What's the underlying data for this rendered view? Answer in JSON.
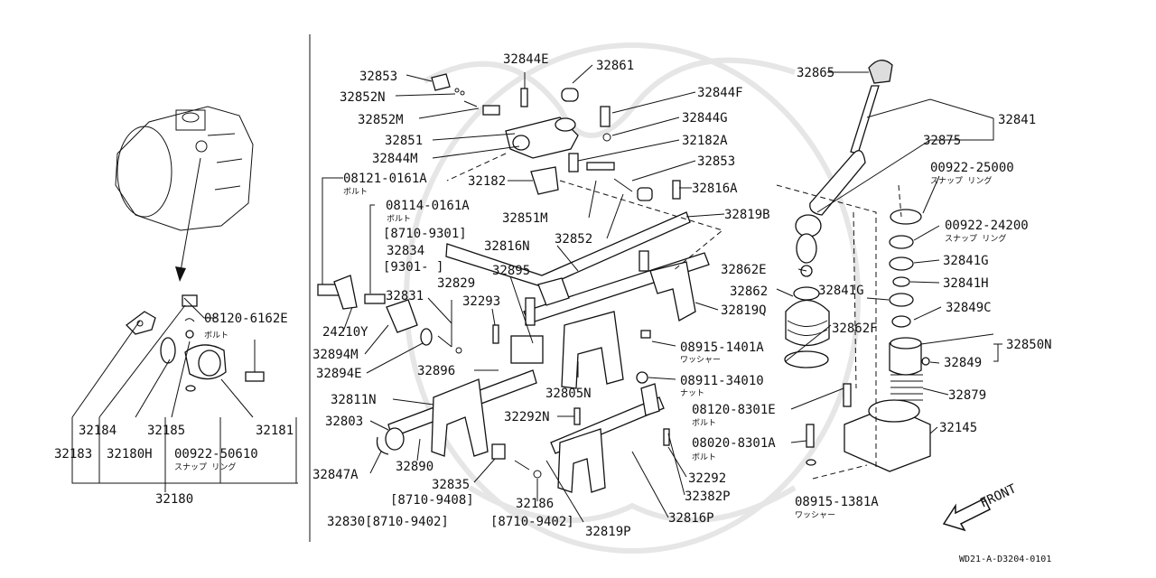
{
  "figure_code": "WD21-A-D3204-0101",
  "front_label": "FRONT",
  "parts": [
    {
      "id": "p32853a",
      "label": "32853"
    },
    {
      "id": "p32852N",
      "label": "32852N"
    },
    {
      "id": "p32852M",
      "label": "32852M"
    },
    {
      "id": "p32851",
      "label": "32851"
    },
    {
      "id": "p32844M",
      "label": "32844M"
    },
    {
      "id": "p32844E",
      "label": "32844E"
    },
    {
      "id": "p32861",
      "label": "32861"
    },
    {
      "id": "p32844F",
      "label": "32844F"
    },
    {
      "id": "p32844G",
      "label": "32844G"
    },
    {
      "id": "p32182A",
      "label": "32182A"
    },
    {
      "id": "p32853b",
      "label": "32853"
    },
    {
      "id": "p32182",
      "label": "32182"
    },
    {
      "id": "p08121",
      "label": "08121-0161A"
    },
    {
      "id": "p08114",
      "label": "08114-0161A"
    },
    {
      "id": "p8710_9301",
      "label": "[8710-9301]"
    },
    {
      "id": "p32834",
      "label": "32834"
    },
    {
      "id": "p9301",
      "label": "[9301-    ]"
    },
    {
      "id": "p32851M",
      "label": "32851M"
    },
    {
      "id": "p32852",
      "label": "32852"
    },
    {
      "id": "p32816A",
      "label": "32816A"
    },
    {
      "id": "p32819B",
      "label": "32819B"
    },
    {
      "id": "p32816N",
      "label": "32816N"
    },
    {
      "id": "p32895",
      "label": "32895"
    },
    {
      "id": "p32829",
      "label": "32829"
    },
    {
      "id": "p32831",
      "label": "32831"
    },
    {
      "id": "p32293",
      "label": "32293"
    },
    {
      "id": "p24210Y",
      "label": "24210Y"
    },
    {
      "id": "p32894M",
      "label": "32894M"
    },
    {
      "id": "p32894E",
      "label": "32894E"
    },
    {
      "id": "p32896",
      "label": "32896"
    },
    {
      "id": "p32811N",
      "label": "32811N"
    },
    {
      "id": "p32803",
      "label": "32803"
    },
    {
      "id": "p32847A",
      "label": "32847A"
    },
    {
      "id": "p32890",
      "label": "32890"
    },
    {
      "id": "p32835",
      "label": "32835"
    },
    {
      "id": "p8710_9408",
      "label": "[8710-9408]"
    },
    {
      "id": "p32830",
      "label": "32830[8710-9402]"
    },
    {
      "id": "p32186",
      "label": "32186"
    },
    {
      "id": "p8710_9402",
      "label": "[8710-9402]"
    },
    {
      "id": "p32819P",
      "label": "32819P"
    },
    {
      "id": "p32816P",
      "label": "32816P"
    },
    {
      "id": "p32382P",
      "label": "32382P"
    },
    {
      "id": "p32292",
      "label": "32292"
    },
    {
      "id": "p32292N",
      "label": "32292N"
    },
    {
      "id": "p32805N",
      "label": "32805N"
    },
    {
      "id": "p08915_1401A",
      "label": "08915-1401A"
    },
    {
      "id": "p08911",
      "label": "08911-34010"
    },
    {
      "id": "p32819Q",
      "label": "32819Q"
    },
    {
      "id": "p32862E",
      "label": "32862E"
    },
    {
      "id": "p32862",
      "label": "32862"
    },
    {
      "id": "p32841G_a",
      "label": "32841G"
    },
    {
      "id": "p32862F",
      "label": "32862F"
    },
    {
      "id": "p32865",
      "label": "32865"
    },
    {
      "id": "p32841",
      "label": "32841"
    },
    {
      "id": "p32875",
      "label": "32875"
    },
    {
      "id": "p00922_25000",
      "label": "00922-25000"
    },
    {
      "id": "p00922_24200",
      "label": "00922-24200"
    },
    {
      "id": "p32841G_b",
      "label": "32841G"
    },
    {
      "id": "p32841H",
      "label": "32841H"
    },
    {
      "id": "p32849C",
      "label": "32849C"
    },
    {
      "id": "p32850N",
      "label": "32850N"
    },
    {
      "id": "p32849",
      "label": "32849"
    },
    {
      "id": "p32879",
      "label": "32879"
    },
    {
      "id": "p08120_8301E",
      "label": "08120-8301E"
    },
    {
      "id": "p32145",
      "label": "32145"
    },
    {
      "id": "p08020",
      "label": "08020-8301A"
    },
    {
      "id": "p08915_1381A",
      "label": "08915-1381A"
    },
    {
      "id": "p08120_6162E",
      "label": "08120-6162E"
    },
    {
      "id": "p32184",
      "label": "32184"
    },
    {
      "id": "p32185",
      "label": "32185"
    },
    {
      "id": "p32181",
      "label": "32181"
    },
    {
      "id": "p32183",
      "label": "32183"
    },
    {
      "id": "p32180H",
      "label": "32180H"
    },
    {
      "id": "p00922_50610",
      "label": "00922-50610"
    },
    {
      "id": "p32180",
      "label": "32180"
    }
  ],
  "japanese_notes": [
    {
      "id": "j_bolt1",
      "label": "ボルト"
    },
    {
      "id": "j_bolt2",
      "label": "ボルト"
    },
    {
      "id": "j_bolt3",
      "label": "ボルト"
    },
    {
      "id": "j_bolt4",
      "label": "ボルト"
    },
    {
      "id": "j_bolt5",
      "label": "ボルト"
    },
    {
      "id": "j_washer1",
      "label": "ワッシャー"
    },
    {
      "id": "j_washer2",
      "label": "ワッシャー"
    },
    {
      "id": "j_nut",
      "label": "ナット"
    },
    {
      "id": "j_snap1",
      "label": "スナップ リング"
    },
    {
      "id": "j_snap2",
      "label": "スナップ リング"
    },
    {
      "id": "j_snap3",
      "label": "スナップ リング"
    }
  ]
}
